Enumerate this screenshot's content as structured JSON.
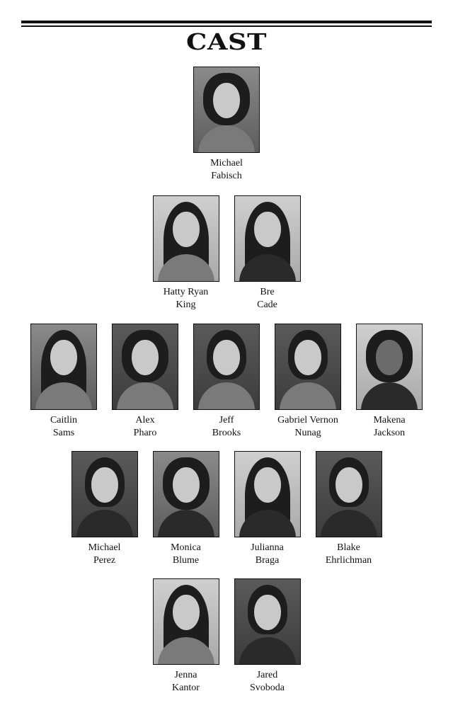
{
  "title": "CAST",
  "rows": [
    [
      {
        "first": "Michael",
        "last": "Fabisch"
      }
    ],
    [
      {
        "first": "Hatty Ryan",
        "last": "King"
      },
      {
        "first": "Bre",
        "last": "Cade"
      }
    ],
    [
      {
        "first": "Caitlin",
        "last": "Sams"
      },
      {
        "first": "Alex",
        "last": "Pharo"
      },
      {
        "first": "Jeff",
        "last": "Brooks"
      },
      {
        "first": "Gabriel Vernon",
        "last": "Nunag"
      },
      {
        "first": "Makena",
        "last": "Jackson"
      }
    ],
    [
      {
        "first": "Michael",
        "last": "Perez"
      },
      {
        "first": "Monica",
        "last": "Blume"
      },
      {
        "first": "Julianna",
        "last": "Braga"
      },
      {
        "first": "Blake",
        "last": "Ehrlichman"
      }
    ],
    [
      {
        "first": "Jenna",
        "last": "Kantor"
      },
      {
        "first": "Jared",
        "last": "Svoboda"
      }
    ]
  ]
}
